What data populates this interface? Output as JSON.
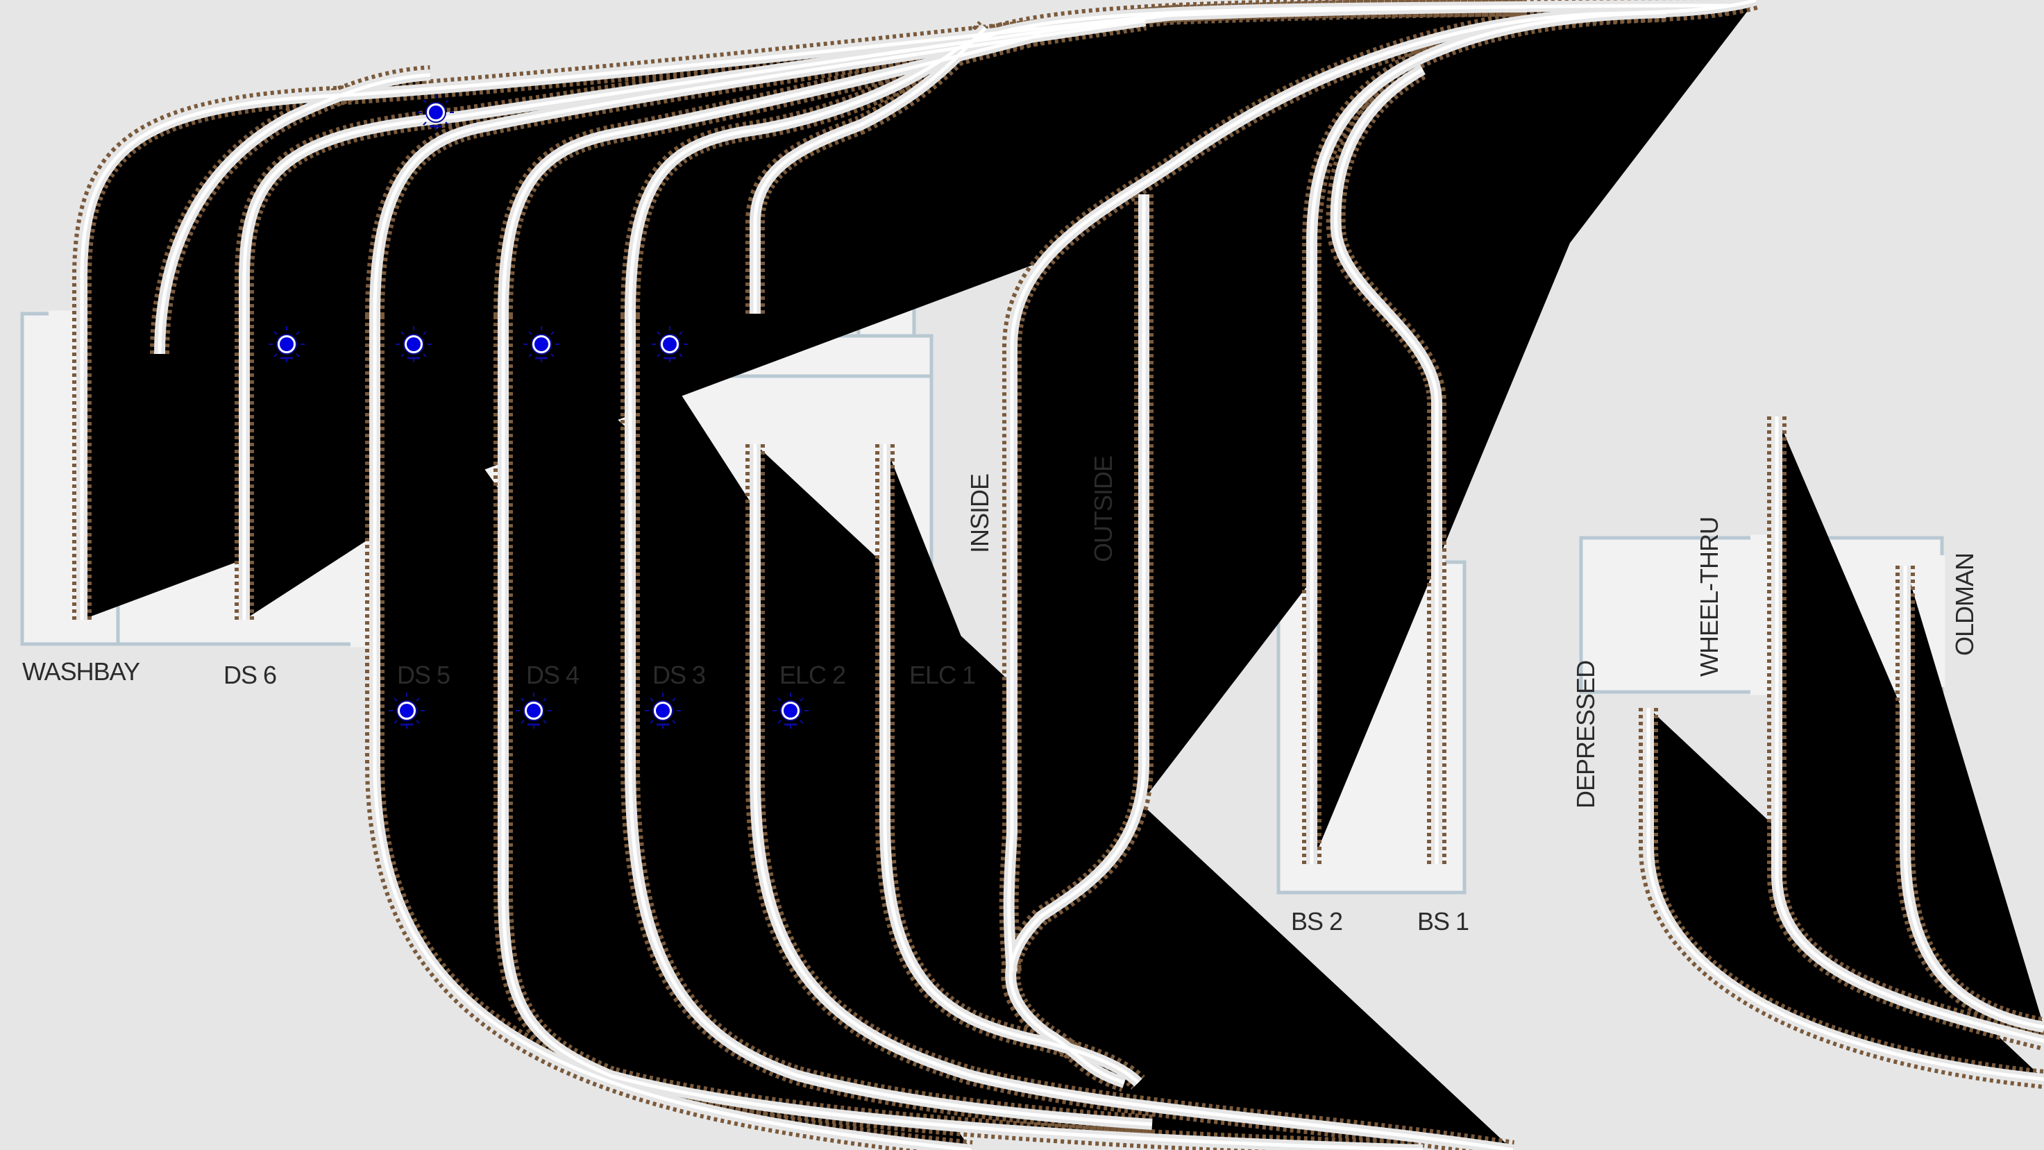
{
  "labels": {
    "washbay": "WASHBAY",
    "ds6": "DS 6",
    "ds5": "DS 5",
    "ds4": "DS 4",
    "ds3": "DS 3",
    "elc2": "ELC 2",
    "elc1": "ELC 1",
    "inside": "INSIDE",
    "outside": "OUTSIDE",
    "bs2": "BS 2",
    "bs1": "BS 1",
    "depressed": "DEPRESSED",
    "wheel_thru": "WHEEL-THRU",
    "oldman": "OLDMAN"
  },
  "colors": {
    "background": "#e6e6e6",
    "building_fill": "#f2f2f2",
    "building_outline": "#b8c8d2",
    "ties": "#7a5a3c",
    "rails": "#ffffff",
    "signal_light": "#0000e0",
    "signal_outline": "#0a0aa0"
  },
  "icons": {
    "signal": "signal-light-icon"
  }
}
